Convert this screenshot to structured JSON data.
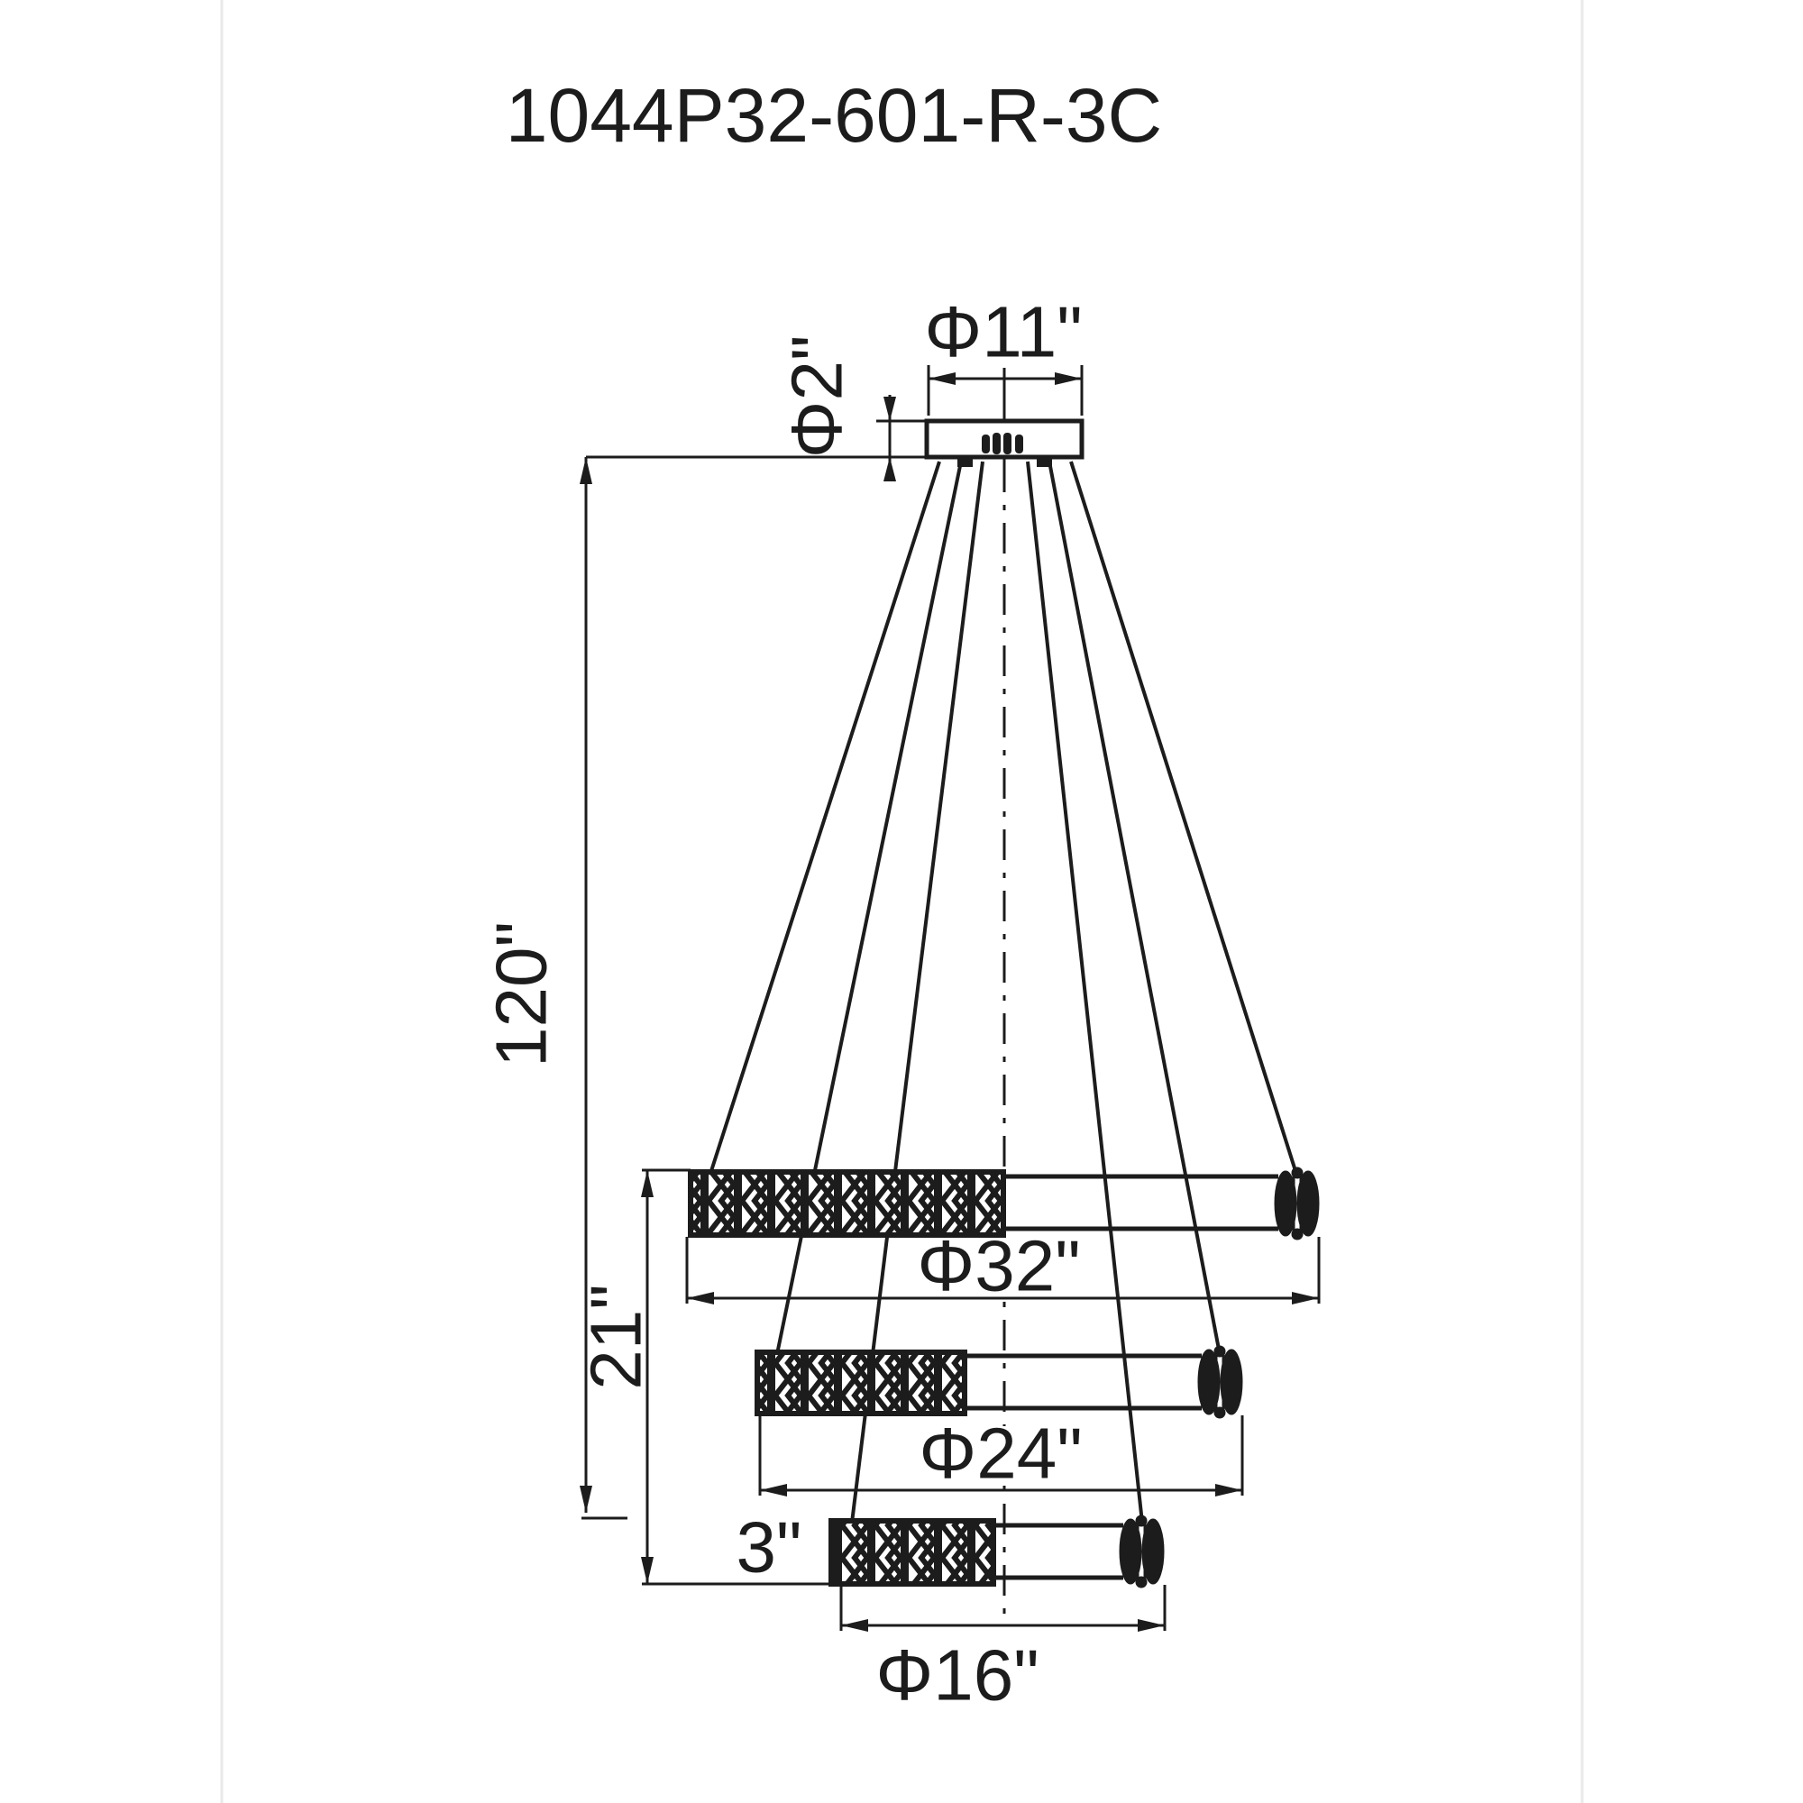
{
  "title": "1044P32-601-R-3C",
  "dimensions": {
    "canopy_diameter": "Φ11\"",
    "canopy_height": "Φ2\"",
    "overall_drop": "120\"",
    "rings_stack_height": "21\"",
    "ring_thickness": "3\"",
    "top_ring_diameter": "Φ32\"",
    "middle_ring_diameter": "Φ24\"",
    "bottom_ring_diameter": "Φ16\""
  },
  "colors": {
    "line": "#1c1c1c",
    "background": "#ffffff"
  }
}
